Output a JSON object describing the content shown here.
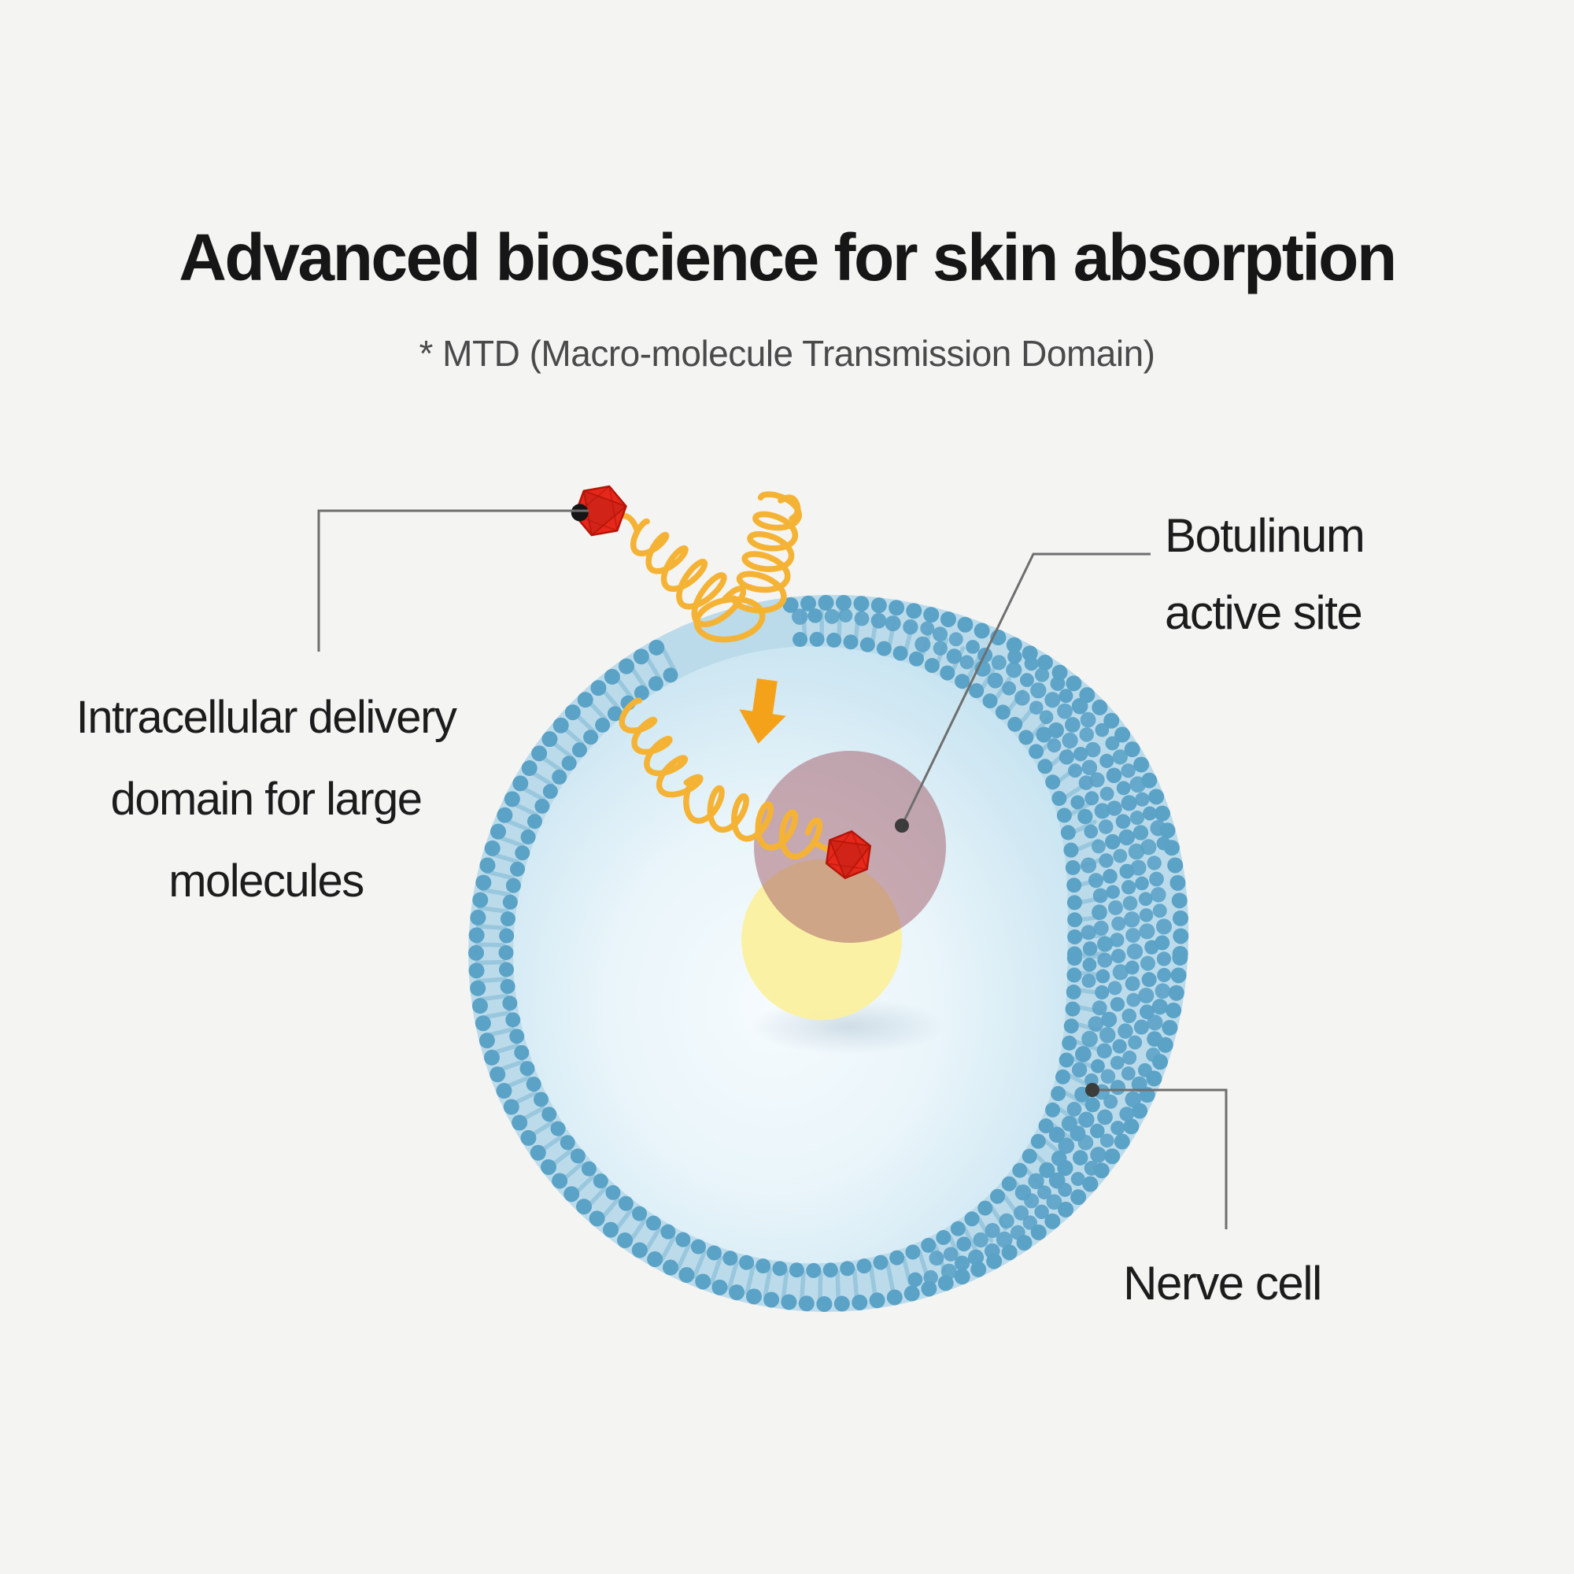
{
  "title": "Advanced bioscience for skin absorption",
  "subtitle": "* MTD (Macro-molecule Transmission Domain)",
  "labels": {
    "intracellular_delivery": [
      "Intracellular delivery",
      "domain for large",
      "molecules"
    ],
    "botulinum_active_site": [
      "Botulinum",
      "active site"
    ],
    "nerve_cell": "Nerve cell"
  },
  "icons": {
    "toxin": "red-icosahedron-toxin-icon",
    "spring": "mtd-spring-coil-icon",
    "arrow": "down-arrow-icon",
    "leader_dot": "leader-endpoint-dot"
  },
  "colors": {
    "background": "#F4F4F3",
    "title_text": "#161616",
    "subtitle_text": "#4A4A4A",
    "label_text": "#1C1C1C",
    "leader_line": "#6E6E6E",
    "leader_dot": "#3C3C3C",
    "membrane_dot": "#5BA2C7",
    "membrane_band": "#BBDBEA",
    "membrane_stem": "#7FB7D4",
    "cell_center": "#F6FBFE",
    "cell_edge": "#BFDFEF",
    "coil_orange": "#F5B335",
    "arrow_orange": "#F5A21B",
    "toxin_red": "#E6271B",
    "toxin_red_dark": "#B31508",
    "active_site_pink": "#A4606C",
    "vesicle_yellow": "#FBF0A0"
  }
}
